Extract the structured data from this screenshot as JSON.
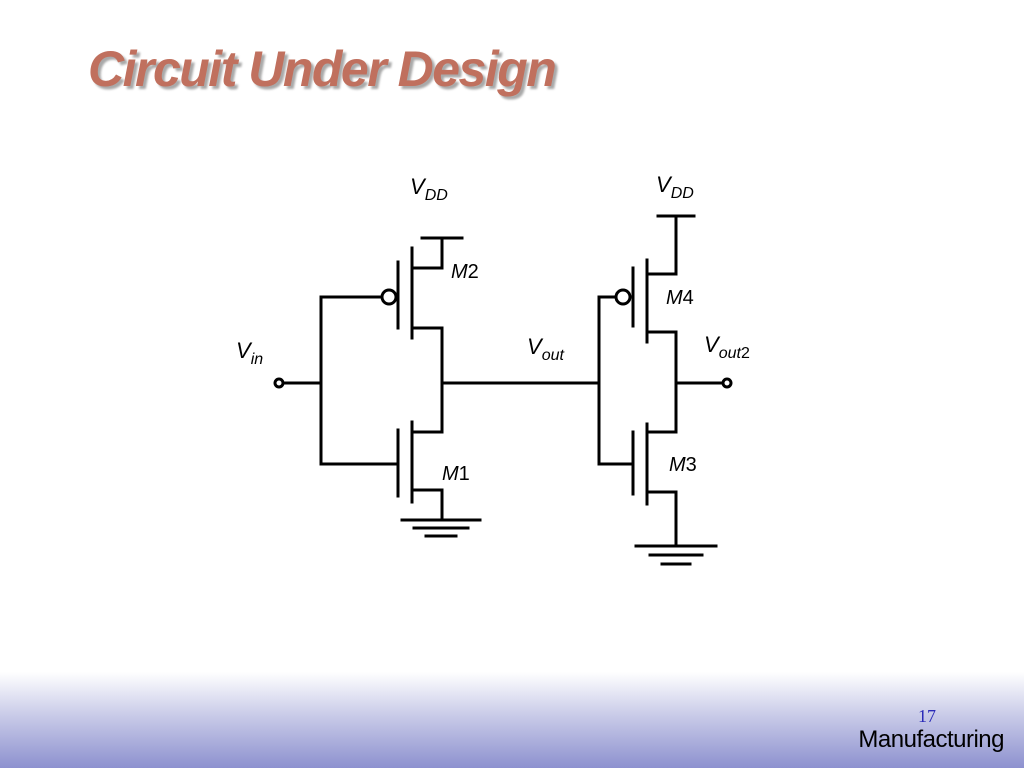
{
  "slide": {
    "title": "Circuit Under Design",
    "page_number": "17",
    "section": "Manufacturing"
  },
  "circuit": {
    "labels": {
      "vdd_left": {
        "main": "V",
        "sub": "DD"
      },
      "vdd_right": {
        "main": "V",
        "sub": "DD"
      },
      "vin": {
        "main": "V",
        "sub": "in"
      },
      "vout": {
        "main": "V",
        "sub": "out"
      },
      "vout2": {
        "main": "V",
        "sub": "out",
        "sub_suffix": "2"
      },
      "m1": {
        "main": "M",
        "num": "1"
      },
      "m2": {
        "main": "M",
        "num": "2"
      },
      "m3": {
        "main": "M",
        "num": "3"
      },
      "m4": {
        "main": "M",
        "num": "4"
      }
    }
  },
  "colors": {
    "title": "#c0705e",
    "page_number": "#2a2ab8",
    "footer_gradient_end": "#8d91cf"
  }
}
